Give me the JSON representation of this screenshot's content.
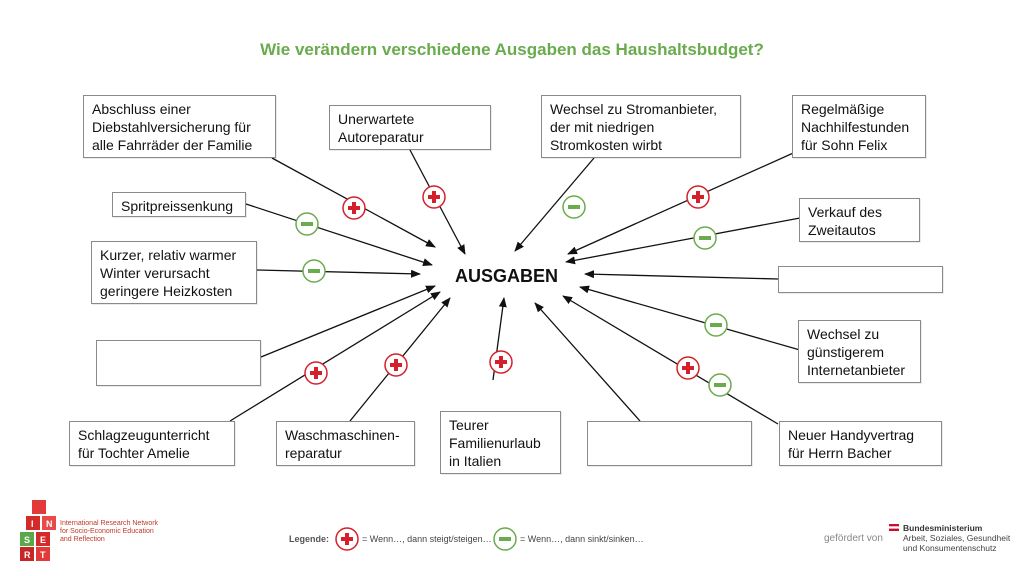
{
  "title": "Wie verändern verschiedene Ausgaben das Haushaltsbudget?",
  "center_label": "AUSGABEN",
  "colors": {
    "plus": "#d4202a",
    "minus": "#6aab4d",
    "title": "#6aab4d"
  },
  "boxes": [
    {
      "id": "diebstahl",
      "lines": [
        "Abschluss einer",
        "Diebstahlversicherung für",
        "alle Fahrräder der Familie"
      ],
      "sign": "plus"
    },
    {
      "id": "autoreparatur",
      "lines": [
        "Unerwartete",
        "Autoreparatur"
      ],
      "sign": "plus"
    },
    {
      "id": "stromanbieter",
      "lines": [
        "Wechsel zu Stromanbieter,",
        "der mit niedrigen",
        "Stromkosten wirbt"
      ],
      "sign": "minus"
    },
    {
      "id": "nachhilfe",
      "lines": [
        "Regelmäßige",
        "Nachhilfestunden",
        "für Sohn Felix"
      ],
      "sign": "plus"
    },
    {
      "id": "sprit",
      "lines": [
        "Spritpreissenkung"
      ],
      "sign": "minus"
    },
    {
      "id": "winter",
      "lines": [
        "Kurzer, relativ warmer",
        "Winter verursacht",
        "geringere Heizkosten"
      ],
      "sign": "minus"
    },
    {
      "id": "zweitauto",
      "lines": [
        "Verkauf des",
        "Zweitautos"
      ],
      "sign": "minus"
    },
    {
      "id": "leer-rechts",
      "lines": [],
      "sign": "none"
    },
    {
      "id": "leer-links",
      "lines": [],
      "sign": "none"
    },
    {
      "id": "internet",
      "lines": [
        "Wechsel zu",
        "günstigerem",
        "Internetanbieter"
      ],
      "sign": "minus"
    },
    {
      "id": "schlagzeug",
      "lines": [
        "Schlagzeugunterricht",
        "für Tochter Amelie"
      ],
      "sign": "plus"
    },
    {
      "id": "waschmaschine",
      "lines": [
        "Waschmaschinen-",
        "reparatur"
      ],
      "sign": "plus"
    },
    {
      "id": "urlaub",
      "lines": [
        "Teurer",
        "Familienurlaub",
        "in Italien"
      ],
      "sign": "plus"
    },
    {
      "id": "leer-unten",
      "lines": [],
      "sign": "none"
    },
    {
      "id": "handy",
      "lines": [
        "Neuer Handyvertrag",
        "für Herrn Bacher"
      ],
      "sign": "plus"
    }
  ],
  "legend": {
    "label": "Legende:",
    "plus_text": "= Wenn…, dann steigt/steigen…",
    "minus_text": "= Wenn…, dann sinkt/sinken…"
  },
  "funded_by": "gefördert von",
  "logo": {
    "letters": [
      "I",
      "N",
      "S",
      "E",
      "R",
      "T"
    ],
    "text_lines": [
      "International Research Network",
      "for Socio-Economic Education",
      "and Reflection"
    ]
  },
  "ministry": {
    "lines": [
      "Bundesministerium",
      "Arbeit, Soziales, Gesundheit",
      "und Konsumentenschutz"
    ]
  }
}
